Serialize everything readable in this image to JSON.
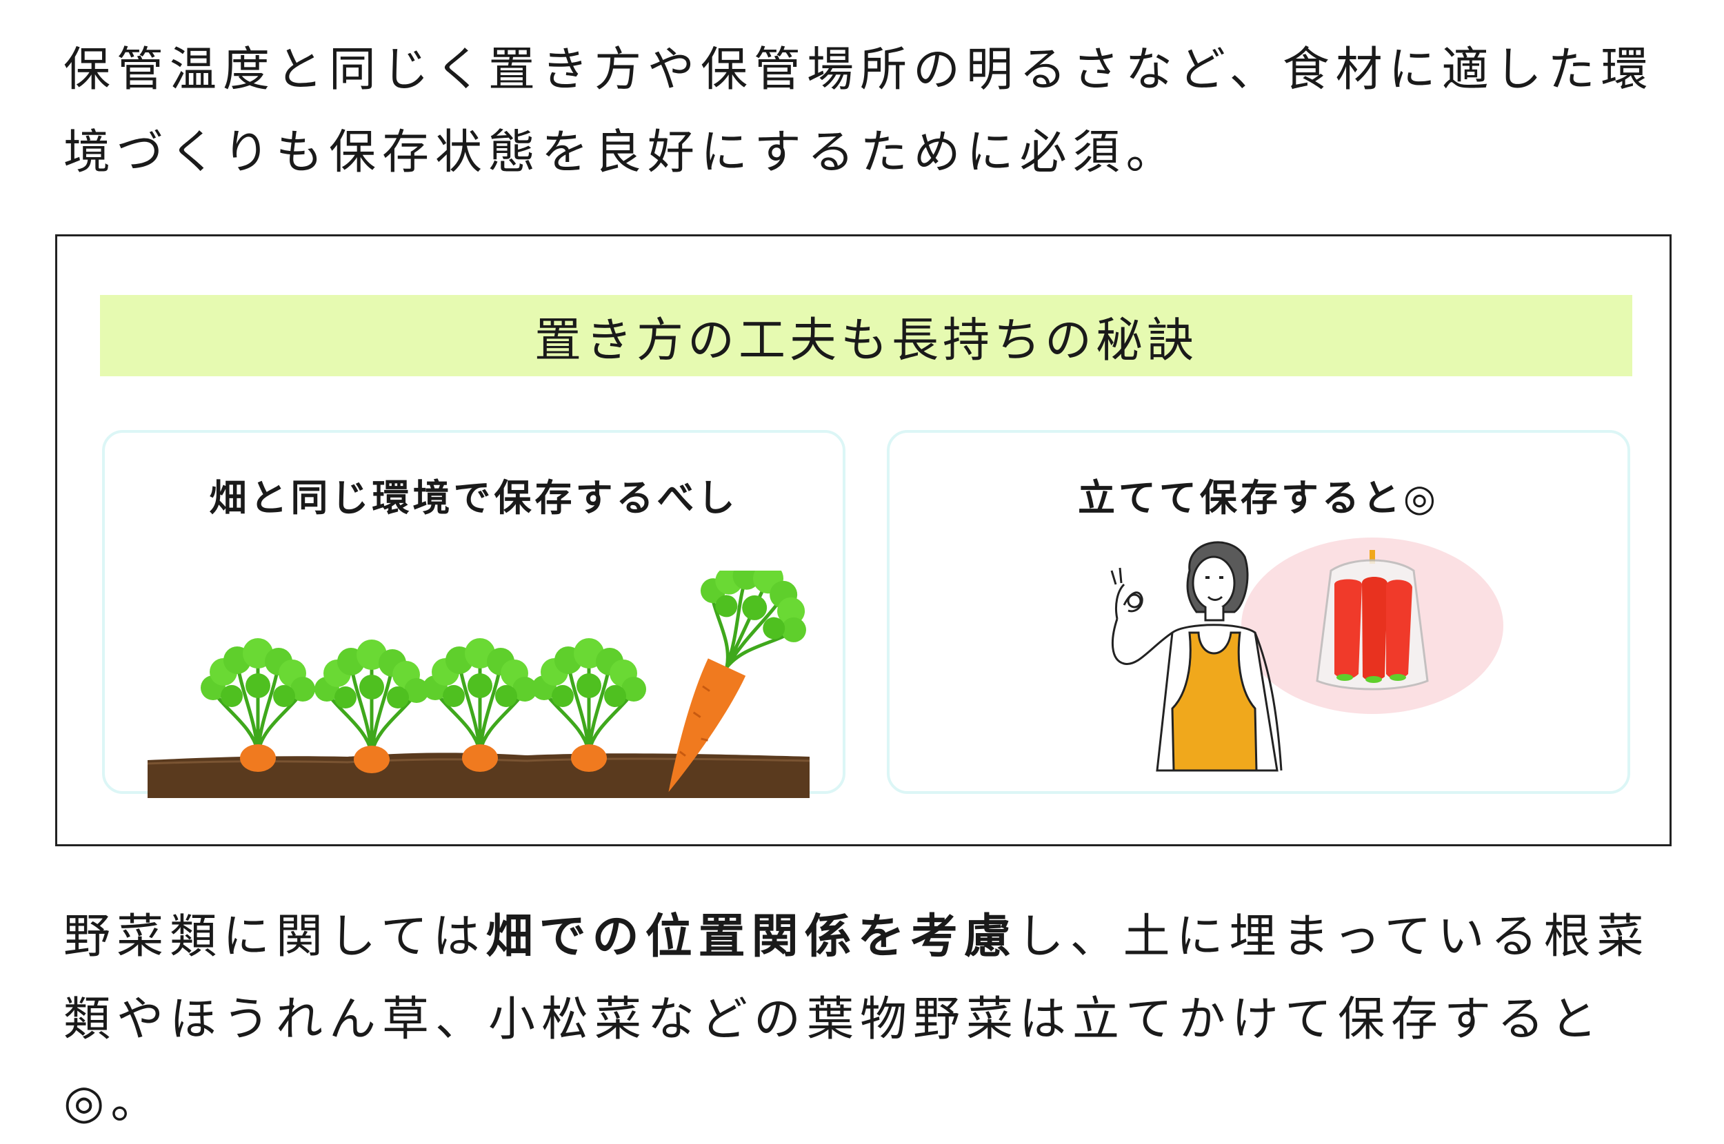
{
  "intro": {
    "line1": "保管温度と同じく置き方や保管場所の明るさなど、食材に適した環",
    "line2": "境づくりも保存状態を良好にするために必須。"
  },
  "panel": {
    "heading": "置き方の工夫も長持ちの秘訣",
    "left_card": {
      "title": "畑と同じ環境で保存するべし"
    },
    "right_card": {
      "title": "立てて保存すると◎"
    }
  },
  "outro": {
    "line1_a": "野菜類に関しては",
    "line1_bold": "畑での位置関係を考慮",
    "line1_b": "し、土に埋まっている根菜",
    "line2": "類やほうれん草、小松菜などの葉物野菜は立てかけて保存すると◎。"
  },
  "colors": {
    "banner": "#e6fab1",
    "card_border": "#dcf6f6",
    "soil": "#5a3a1e",
    "carrot": "#f07a1f",
    "leaf": "#5fcf2c",
    "apron": "#f0a81c",
    "bag_carrot": "#f03a2a",
    "circle": "#fbe0e3"
  }
}
